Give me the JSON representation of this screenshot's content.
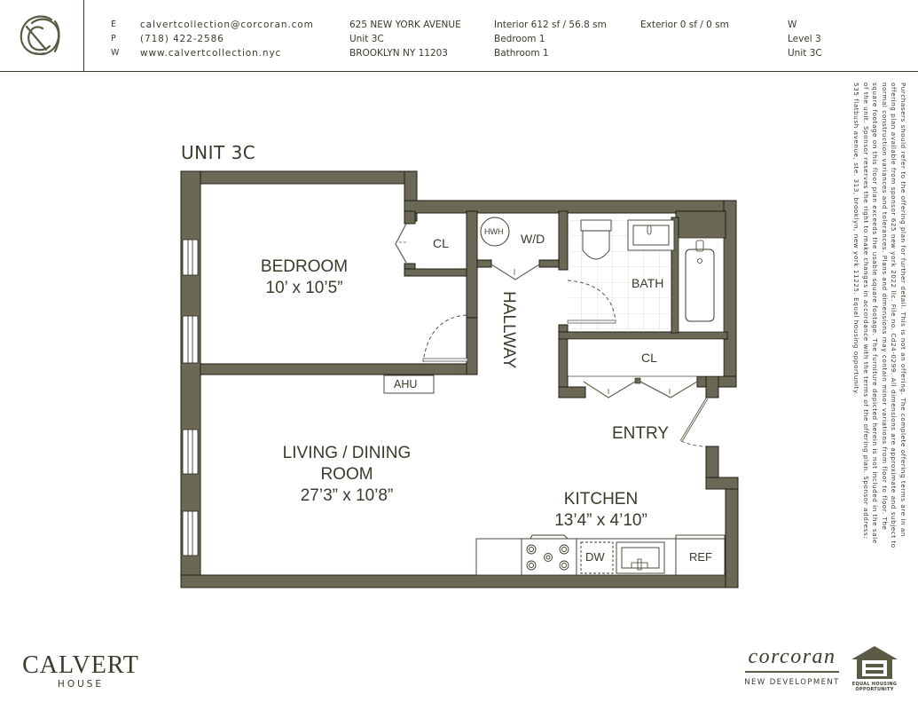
{
  "header": {
    "logo_icon": "calvert-monogram-icon",
    "contact": {
      "email_letter": "E",
      "email": "calvertcollection@corcoran.com",
      "phone_letter": "P",
      "phone": "(718) 422-2586",
      "web_letter": "W",
      "web": "www.calvertcollection.nyc"
    },
    "address": {
      "line1": "625 NEW YORK AVENUE",
      "line2": "Unit 3C",
      "line3": "BROOKLYN NY 11203"
    },
    "specs": {
      "interior": "Interior 612 sf / 56.8 sm",
      "bedroom": "Bedroom 1",
      "bathroom": "Bathroom 1",
      "exterior": "Exterior 0 sf / 0 sm"
    },
    "orientation": {
      "exposure": "W",
      "level": "Level 3",
      "unit": "Unit  3C"
    }
  },
  "floorplan": {
    "title": "UNIT 3C",
    "wall_color": "#6b6856",
    "rooms": {
      "bedroom": {
        "name": "BEDROOM",
        "dims": "10’ x 10’5”"
      },
      "living": {
        "name_line1": "LIVING / DINING",
        "name_line2": "ROOM",
        "dims": "27’3” x 10’8”"
      },
      "kitchen": {
        "name": "KITCHEN",
        "dims": "13’4” x 4’10”"
      },
      "bath": {
        "name": "BATH"
      },
      "hallway": {
        "name": "HALLWAY"
      },
      "entry": {
        "name": "ENTRY"
      },
      "closet_bedroom": {
        "name": "CL"
      },
      "closet_entry": {
        "name": "CL"
      },
      "laundry": {
        "name": "W/D"
      }
    },
    "fixtures": {
      "water_heater": "HWH",
      "air_handler": "AHU",
      "dishwasher": "DW",
      "refrigerator": "REF"
    }
  },
  "disclaimer": "Purchasers should refer to the offering plan for further detail. This is not an offering. The complete offering terms are in an offering plan available from sponsor 625 new york 2022 llc. File no. Cd24-0299. All dimensions are approximate and subject to normal construction variances and tolerances. Plans and dimensions may contain minor variations from floor to floor. The square footage on this floor plan exceeds the usable square footage. The furniture depicted herein is not included in the sale of the unit. Sponsor reserves the right to make changes in accordance with the terms of the offering plan. Sponsor address: 535 flatbush avenue, ste. 313, brooklyn, new york 11225. Equal housing opportunity.",
  "footer": {
    "calvert_name": "CALVERT",
    "calvert_sub": "HOUSE",
    "corcoran_name": "corcoran",
    "corcoran_sub": "NEW DEVELOPMENT",
    "eho_line1": "EQUAL HOUSING",
    "eho_line2": "OPPORTUNITY",
    "eho_icon": "equal-housing-icon"
  }
}
